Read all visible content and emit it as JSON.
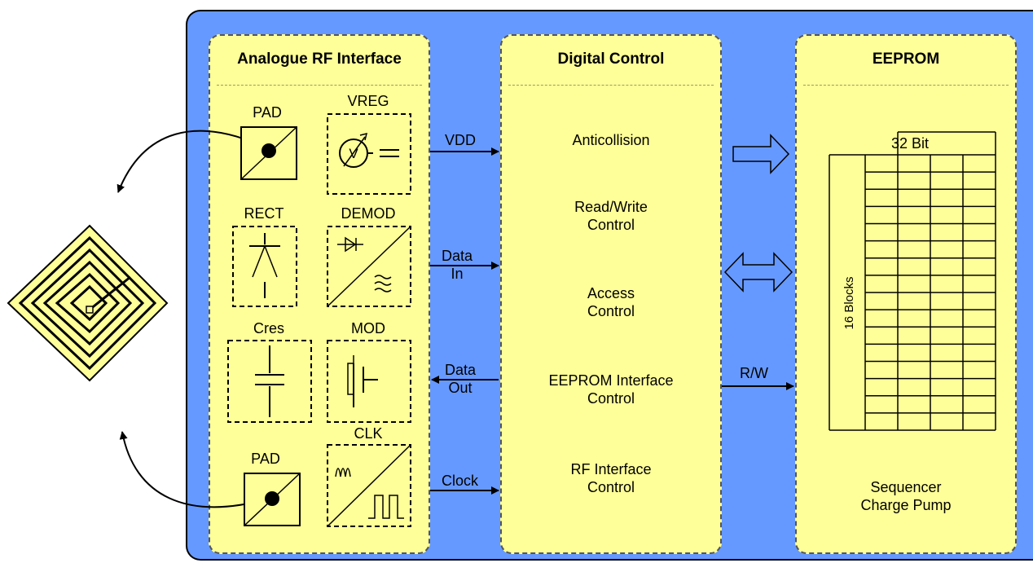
{
  "analog": {
    "title": "Analogue RF Interface",
    "pad_top": "PAD",
    "vreg": "VREG",
    "vreg_symbol": "V",
    "rect": "RECT",
    "demod": "DEMOD",
    "cres": "Cres",
    "mod": "MOD",
    "clk": "CLK",
    "pad_bottom": "PAD"
  },
  "digital": {
    "title": "Digital Control",
    "items": [
      {
        "line1": "Anticollision",
        "line2": ""
      },
      {
        "line1": "Read/Write",
        "line2": "Control"
      },
      {
        "line1": "Access",
        "line2": "Control"
      },
      {
        "line1": "EEPROM Interface",
        "line2": "Control"
      },
      {
        "line1": "RF Interface",
        "line2": "Control"
      }
    ]
  },
  "eeprom": {
    "title": "EEPROM",
    "bit_label": "32 Bit",
    "blocks_label": "16 Blocks",
    "footer_line1": "Sequencer",
    "footer_line2": "Charge Pump",
    "rows": 16,
    "cols": 4
  },
  "signals": {
    "vdd": "VDD",
    "data_in_1": "Data",
    "data_in_2": "In",
    "data_out_1": "Data",
    "data_out_2": "Out",
    "clock": "Clock",
    "rw": "R/W"
  },
  "colors": {
    "background": "#6699ff",
    "block_fill": "#ffff99",
    "antenna_fill": "#ffff99"
  }
}
